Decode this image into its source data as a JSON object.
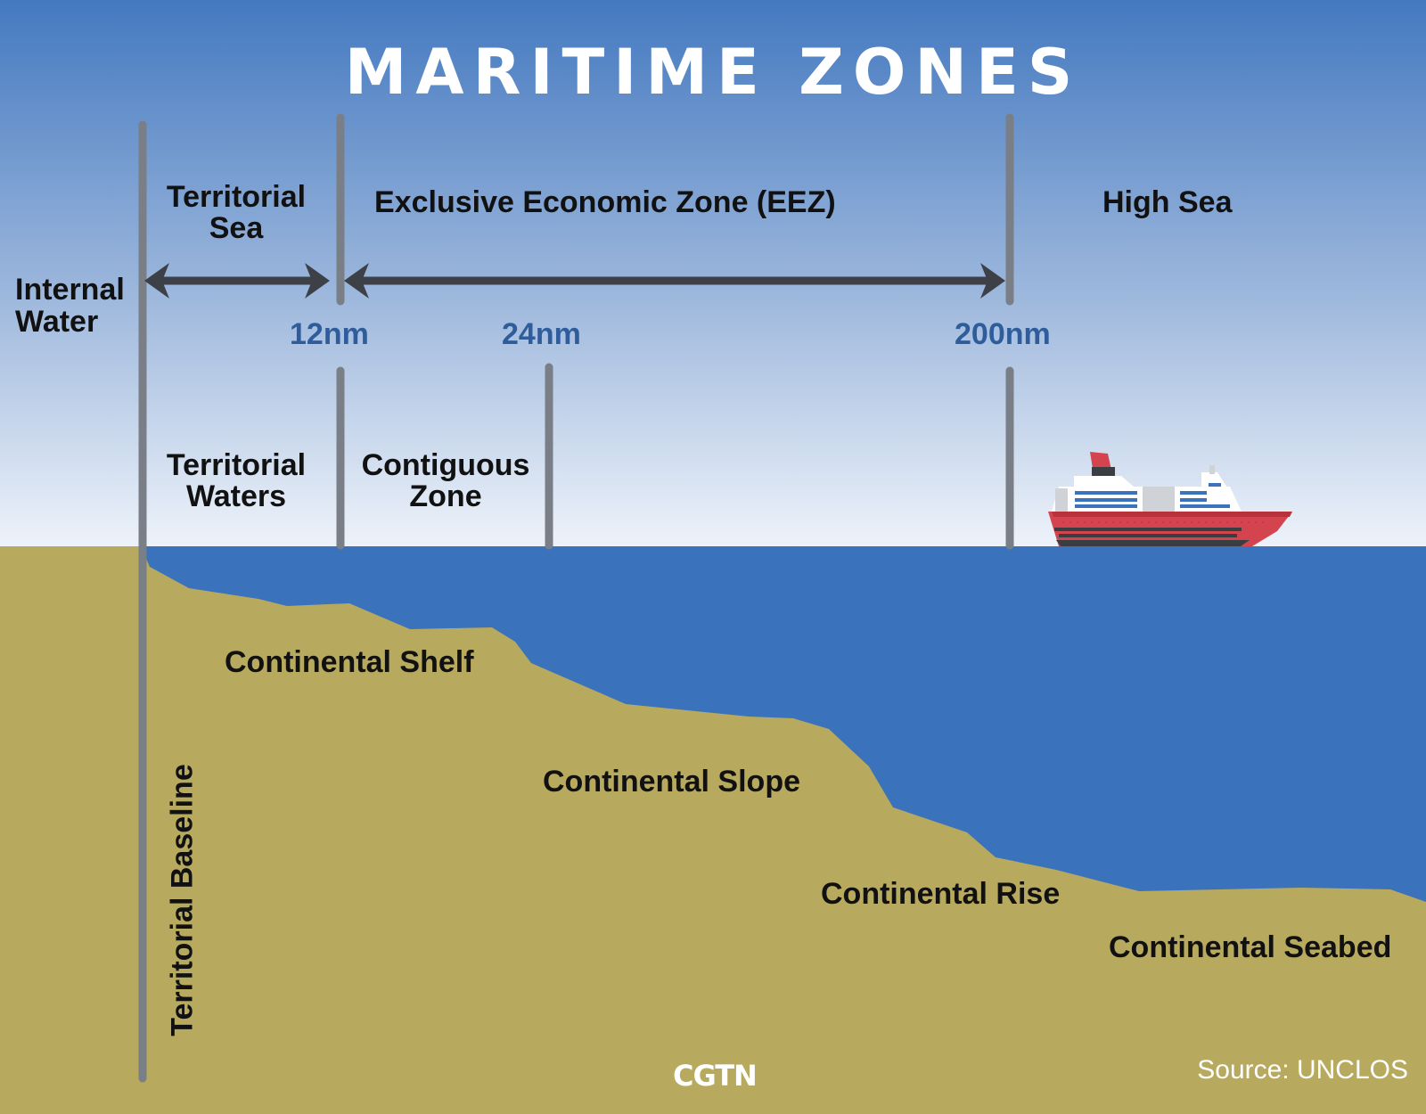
{
  "title": "MARITIME ZONES",
  "zones_top": {
    "internal_water": "Internal\nWater",
    "territorial_sea": "Territorial\nSea",
    "eez": "Exclusive Economic Zone (EEZ)",
    "high_sea": "High Sea"
  },
  "distances": {
    "d12": "12nm",
    "d24": "24nm",
    "d200": "200nm"
  },
  "zones_mid": {
    "territorial_waters": "Territorial\nWaters",
    "contiguous_zone": "Contiguous\nZone"
  },
  "seabed": {
    "shelf": "Continental Shelf",
    "slope": "Continental Slope",
    "rise": "Continental Rise",
    "seabed": "Continental Seabed"
  },
  "baseline_label": "Territorial Baseline",
  "brand": "CGTN",
  "source": "Source: UNCLOS",
  "colors": {
    "sky_top": "#4479c0",
    "sky_bottom": "#eef3fa",
    "sea": "#3b72bc",
    "land": "#b7a95e",
    "marker": "#7a7f87",
    "arrow": "#3d4147",
    "distance_text": "#2f5d9c",
    "ship_hull": "#d3444f"
  },
  "icons": [
    "cruise-ship-icon",
    "double-arrow-icon"
  ]
}
